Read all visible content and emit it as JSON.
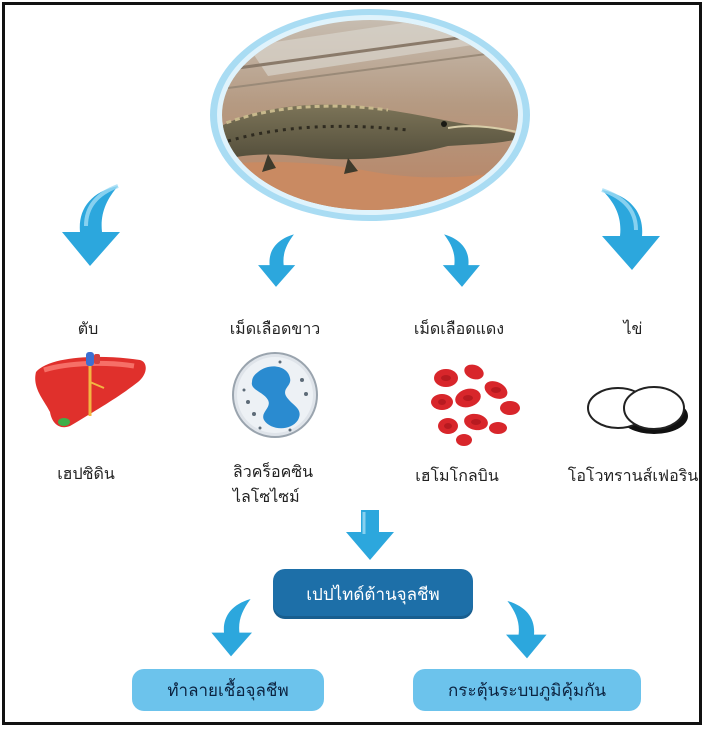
{
  "sources": [
    {
      "label": "ตับ",
      "product": "เฮปซิดิน",
      "icon": "liver-icon"
    },
    {
      "label": "เม็ดเลือดขาว",
      "product": "ลิวคร็อคซิน\nไลโซไซม์",
      "icon": "white-blood-cell-icon"
    },
    {
      "label": "เม็ดเลือดแดง",
      "product": "เฮโมโกลบิน",
      "icon": "red-blood-cells-icon"
    },
    {
      "label": "ไข่",
      "product": "โอโวทรานส์เฟอริน",
      "icon": "eggs-icon"
    }
  ],
  "center": {
    "label": "เปปไทด์ต้านจุลชีพ"
  },
  "effects": [
    {
      "label": "ทำลายเชื้อจุลชีพ"
    },
    {
      "label": "กระตุ้นระบบภูมิคุ้มกัน"
    }
  ],
  "photo": {
    "subject": "crocodile"
  },
  "colors": {
    "arrow": "#2ca7dd",
    "main_box": "#1d6fa8",
    "sub_box": "#6cc3ec",
    "photo_ring": "#a9dcf3",
    "liver": "#e0302c",
    "wbc_nucleus": "#2a8bd0",
    "rbc": "#d8262b"
  }
}
